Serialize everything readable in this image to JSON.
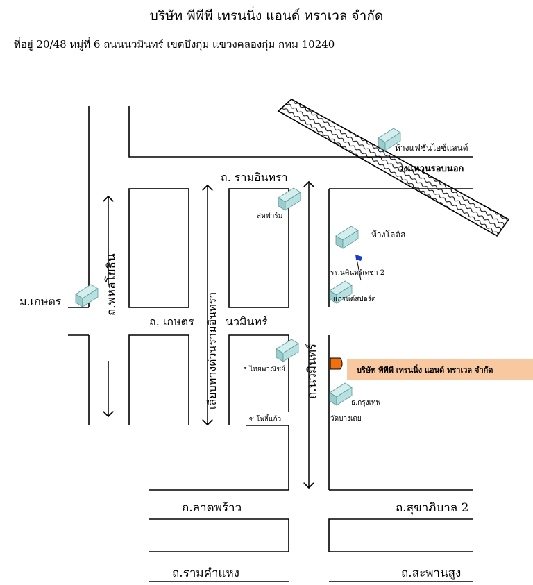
{
  "header": {
    "company": "บริษัท พีพีพี เทรนนิ่ง แอนด์ ทราเวล จำกัด",
    "address": "ที่อยู่  20/48 หมู่ที่ 6   ถนนนวมินทร์  เขตบึงกุ่ม แขวงคลองกุ่ม   กทม 10240"
  },
  "roads": {
    "ram_intra_top": "ถ. รามอินทรา",
    "outer_ring": "วงแหวนรอบนอก",
    "phahon_yothin": "ถ.พหลโยธิน",
    "kaset_nawamin_a": "ถ. เกษตร",
    "kaset_nawamin_b": "นวมินทร์",
    "ram_intra_bypass": "เลียบทางด่วนรามอินทรา",
    "nawamin": "ถ.นวมินทร์",
    "lat_phrao": "ถ.ลาดพร้าว",
    "sukhaphiban_2": "ถ.สุขาภิบาล 2",
    "ramkhamhaeng": "ถ.รามคำแหง",
    "saphan_sung": "ถ.สะพานสูง"
  },
  "places": {
    "fashion_island": "ห้างแฟชั่นไอซ์แลนด์",
    "safari": "สหฟาร์ม",
    "lotus": "ห้างโลตัส",
    "school": "รร.นคินทร์เดชา 2",
    "grand_sport": "แกรนด์สปอร์ต",
    "kasetsart": "ม.เกษตร",
    "thai_panich": "ธ.ไทยพาณิชย์",
    "bangkok_bank": "ธ.กรุงเทพ",
    "wat_bang_toei": "วัดบางเตย",
    "soi_pho_kaeo": "ซ.โพธิ์แก้ว",
    "company_marker": "บริษัท พีพีพี เทรนนิ่ง แอนด์ ทราเวล จำกัด"
  },
  "colors": {
    "company_band": "#f8c8a0",
    "company_marker": "#f07010",
    "building_fill": "#a8d8d8",
    "building_edge": "#5a9a9a",
    "flag_color": "#1a3cc8"
  }
}
